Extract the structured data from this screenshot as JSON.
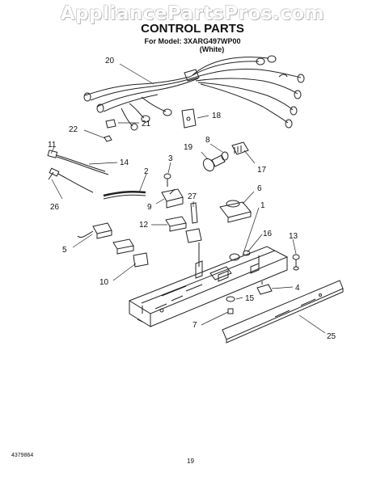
{
  "header": {
    "watermark": "AppliancePartsPros.com",
    "title": "CONTROL PARTS",
    "model_line": "For Model: 3XARG497WP00",
    "variant": "(White)"
  },
  "callouts": {
    "c1": "1",
    "c2": "2",
    "c3": "3",
    "c4": "4",
    "c5": "5",
    "c6": "6",
    "c7": "7",
    "c8": "8",
    "c9": "9",
    "c10": "10",
    "c11": "11",
    "c12": "12",
    "c13": "13",
    "c14": "14",
    "c15": "15",
    "c16": "16",
    "c17": "17",
    "c18": "18",
    "c19": "19",
    "c20": "20",
    "c21": "21",
    "c22": "22",
    "c25": "25",
    "c26": "26",
    "c27": "27"
  },
  "footer": {
    "doc_number": "4379864",
    "page_number": "19"
  }
}
